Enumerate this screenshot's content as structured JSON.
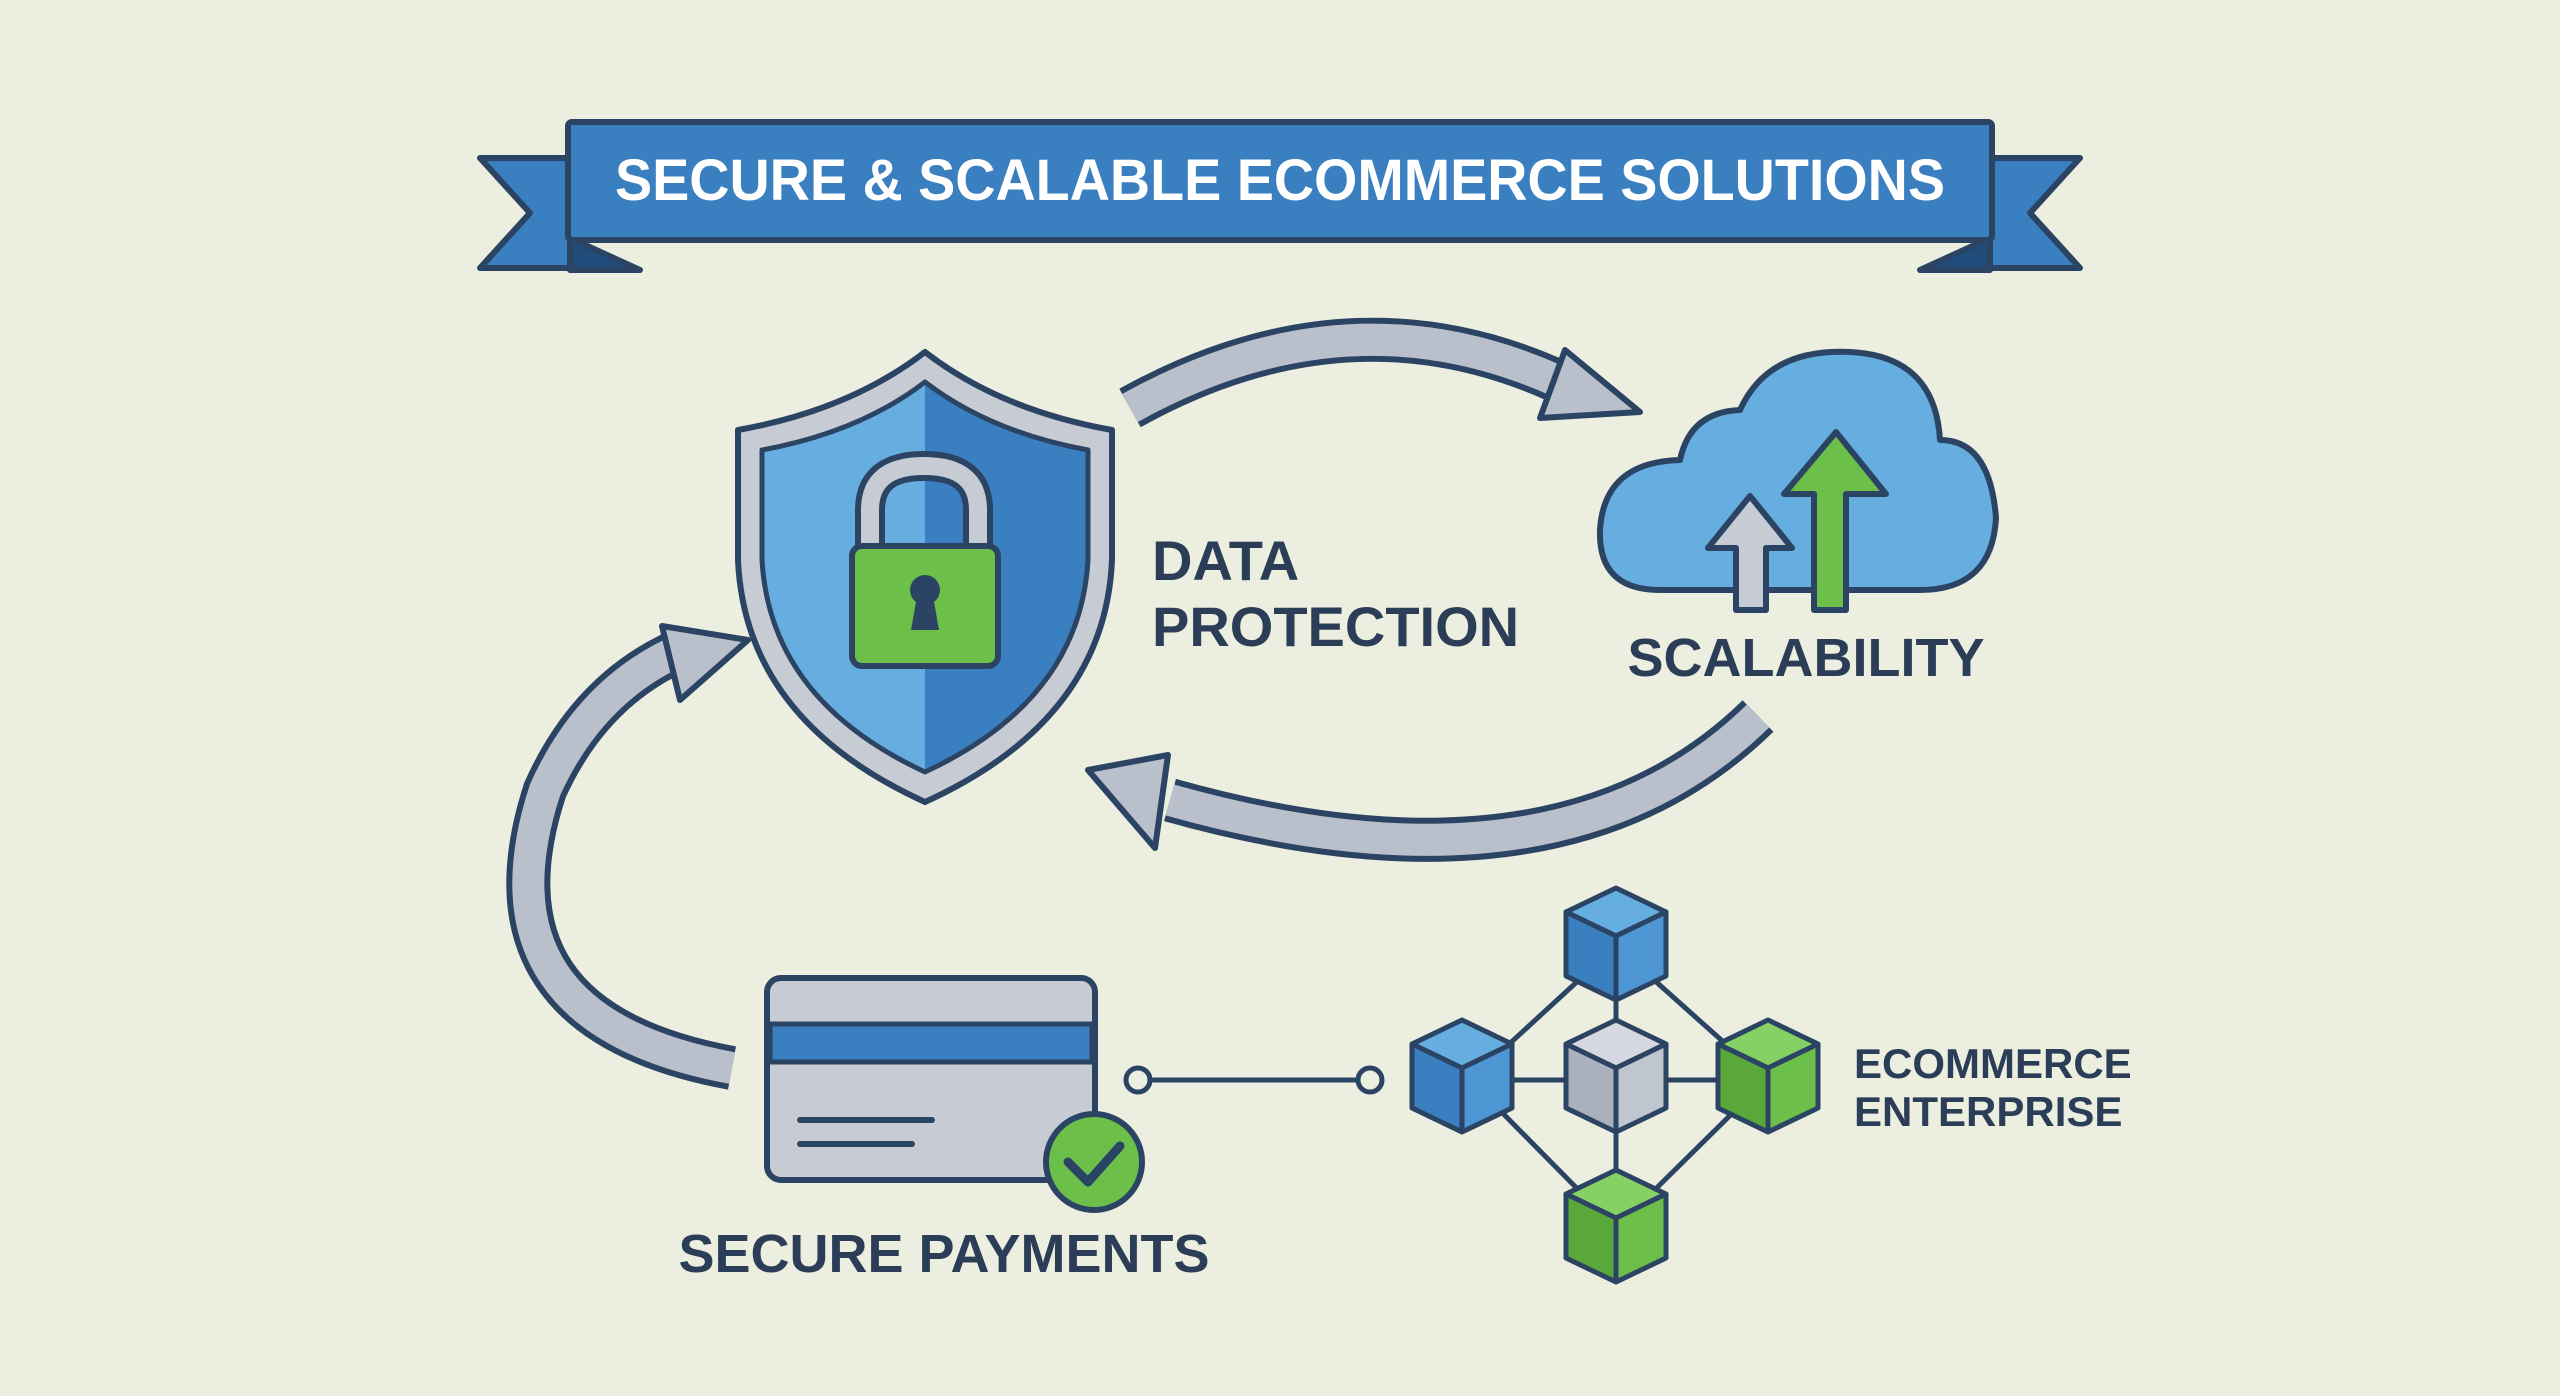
{
  "banner": {
    "title": "SECURE & SCALABLE ECOMMERCE SOLUTIONS"
  },
  "nodes": {
    "data_protection": {
      "line1": "DATA",
      "line2": "PROTECTION"
    },
    "scalability": {
      "label": "SCALABILITY"
    },
    "secure_payments": {
      "label": "SECURE PAYMENTS"
    },
    "ecommerce_enterprise": {
      "line1": "ECOMMERCE",
      "line2": "ENTERPRISE"
    }
  },
  "colors": {
    "background": "#eceedf",
    "navy_outline": "#2c4463",
    "brand_blue": "#3a7fc0",
    "light_blue": "#67aee0",
    "accent_green": "#6cc04a",
    "steel_gray": "#b9c0cb",
    "text": "#2c3e57"
  },
  "icons": [
    "shield-icon",
    "padlock-icon",
    "cloud-icon",
    "up-arrow-icon",
    "credit-card-icon",
    "check-badge-icon",
    "cube-network-icon"
  ]
}
